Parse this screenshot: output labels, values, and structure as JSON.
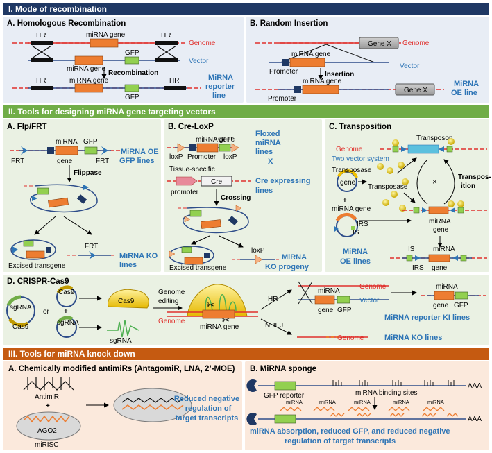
{
  "colors": {
    "navy": "#1f3864",
    "green": "#70ad47",
    "orange": "#c55a11",
    "blue_text": "#2e75b6",
    "red_text": "#e0302c",
    "panel_blue": "#e8edf5",
    "panel_green": "#eaf1e3",
    "panel_orange": "#fbe9dc"
  },
  "section1": {
    "header": "I. Mode of recombination",
    "hr": {
      "title": "A. Homologous Recombination",
      "hr1": "HR",
      "mirna1": "miRNA gene",
      "hr2": "HR",
      "genome": "Genome",
      "gfp": "GFP",
      "vector": "Vector",
      "mirna2": "miRNA gene",
      "recomb": "Recombination",
      "hr3": "HR",
      "mirna3": "miRNA gene",
      "gfp2": "GFP",
      "hr4": "HR",
      "result1": "MiRNA",
      "result2": "reporter",
      "result3": "line"
    },
    "ri": {
      "title": "B. Random Insertion",
      "genex1": "Gene X",
      "genome": "Genome",
      "mirna1": "miRNA gene",
      "vector": "Vector",
      "promoter1": "Promoter",
      "insertion": "Insertion",
      "mirna2": "miRNA gene",
      "genex2": "Gene X",
      "promoter2": "Promoter",
      "result1": "MiRNA",
      "result2": "OE line"
    }
  },
  "section2": {
    "header": "II. Tools for designing miRNA gene targeting vectors",
    "flp": {
      "title": "A. Flp/FRT",
      "mirna": "miRNA",
      "gene": "gene",
      "gfp": "GFP",
      "frt1": "FRT",
      "frt2": "FRT",
      "res1": "MiRNA OE",
      "res2": "GFP lines",
      "flippase": "Flippase",
      "frt3": "FRT",
      "excised": "Excised transgene",
      "ko1": "MiRNA KO",
      "ko2": "lines"
    },
    "cre": {
      "title": "B. Cre-LoxP",
      "mirna": "miRNA gene",
      "gfp": "GFP",
      "loxp1": "loxP",
      "promoter": "Promoter",
      "loxp2": "loxP",
      "floxed1": "Floxed",
      "floxed2": "miRNA",
      "floxed3": "lines",
      "x": "X",
      "tissue": "Tissue-specific",
      "promoter2": "promoter",
      "cre": "Cre",
      "creres1": "Cre expressing",
      "creres2": "lines",
      "crossing": "Crossing",
      "loxp3": "loxP",
      "excised": "Excised transgene",
      "ko1": "MiRNA",
      "ko2": "KO progeny"
    },
    "tp": {
      "title": "C. Transposition",
      "transposon": "Transposon",
      "genome": "Genome",
      "twovec": "Two vector system",
      "transposase1": "Transposase",
      "gene": "gene",
      "transposase2": "Transposase",
      "trans1": "Transpos-",
      "trans2": "ition",
      "plus": "+",
      "mirnagene": "miRNA gene",
      "irs": "IRS",
      "is": "IS",
      "mirna2": "miRNA",
      "gene2": "gene",
      "oe1": "MiRNA",
      "oe2": "OE lines",
      "is2": "IS",
      "mirna3": "miRNA",
      "irs2": "IRS",
      "gene3": "gene"
    },
    "crispr": {
      "title": "D. CRISPR-Cas9",
      "sgrna1": "sgRNA",
      "cas9a": "Cas9",
      "or": "or",
      "cas9b": "Cas9",
      "plus": "+",
      "sgrna2": "sgRNA",
      "cas9c": "Cas9",
      "sgrna3": "sgRNA",
      "editing1": "Genome",
      "editing2": "editing",
      "genome1": "Genome",
      "mirnagene": "miRNA gene",
      "hr": "HR",
      "nhej": "NHEJ",
      "mirna": "miRNA",
      "gene": "gene",
      "gfp": "GFP",
      "genome2": "Genome",
      "vector": "Vector",
      "mirna2": "miRNA",
      "gene2": "gene",
      "gfp2": "GFP",
      "ki": "MiRNA reporter KI lines",
      "genome3": "Genome",
      "ko": "MiRNA KO lines"
    }
  },
  "section3": {
    "header": "III. Tools for miRNA knock down",
    "anti": {
      "title": "A. Chemically modified antimiRs (AntagomiR, LNA, 2’-MOE)",
      "antimir": "AntimiR",
      "plus": "+",
      "ago2": "AGO2",
      "mirisc": "miRISC",
      "res1": "Reduced negative",
      "res2": "regulation of",
      "res3": "target transcripts"
    },
    "sponge": {
      "title": "B. MiRNA sponge",
      "aaa1": "AAA",
      "gfp": "GFP reporter",
      "sites": "miRNA binding sites",
      "m1": "miRNA",
      "m2": "miRNA",
      "m3": "miRNA",
      "m4": "miRNA",
      "m5": "miRNA",
      "aaa2": "AAA",
      "res1": "miRNA absorption, reduced GFP, and reduced negative",
      "res2": "regulation of target transcripts"
    }
  }
}
